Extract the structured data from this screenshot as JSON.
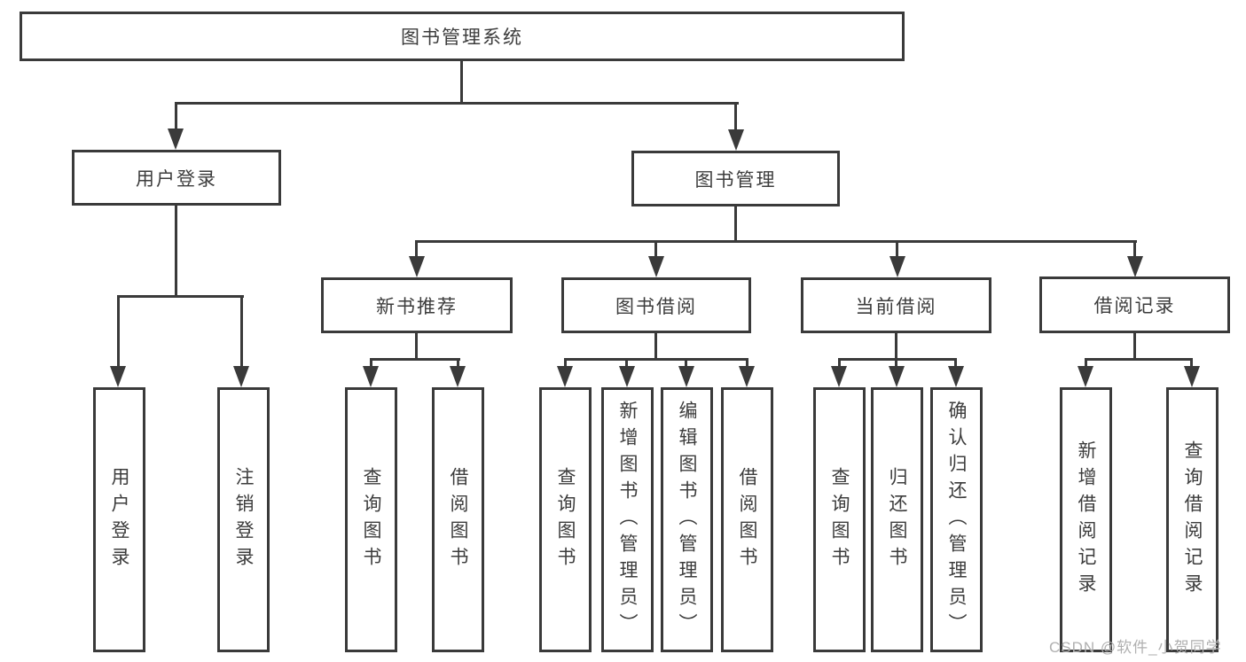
{
  "tree": {
    "root": {
      "label": "图书管理系统"
    },
    "children": [
      {
        "label": "用户登录",
        "children": [
          {
            "label": "用户登录"
          },
          {
            "label": "注销登录"
          }
        ]
      },
      {
        "label": "图书管理",
        "children": [
          {
            "label": "新书推荐",
            "children": [
              {
                "label": "查询图书"
              },
              {
                "label": "借阅图书"
              }
            ]
          },
          {
            "label": "图书借阅",
            "children": [
              {
                "label": "查询图书"
              },
              {
                "label": "新增图书（管理员）"
              },
              {
                "label": "编辑图书（管理员）"
              },
              {
                "label": "借阅图书"
              }
            ]
          },
          {
            "label": "当前借阅",
            "children": [
              {
                "label": "查询图书"
              },
              {
                "label": "归还图书"
              },
              {
                "label": "确认归还（管理员）"
              }
            ]
          },
          {
            "label": "借阅记录",
            "children": [
              {
                "label": "新增借阅记录"
              },
              {
                "label": "查询借阅记录"
              }
            ]
          }
        ]
      }
    ]
  },
  "watermark": {
    "text": "CSDN @软件_小贺同学"
  },
  "colors": {
    "line": "#3a3a3a",
    "text": "#3c3c3c",
    "watermark": "#b0b0b0",
    "background": "#ffffff"
  }
}
